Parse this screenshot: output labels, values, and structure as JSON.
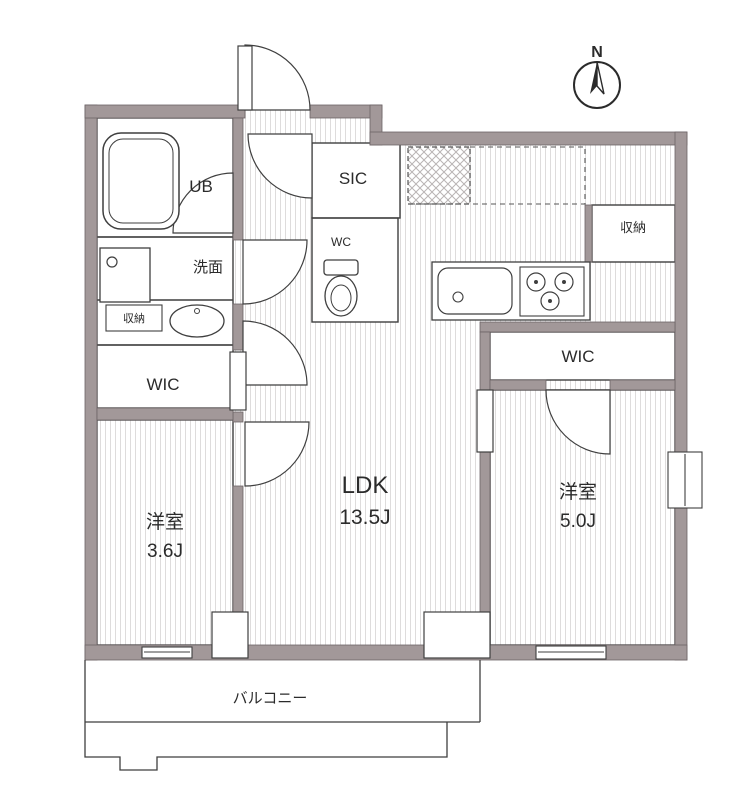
{
  "compass": {
    "label": "N"
  },
  "rooms": {
    "ub": {
      "label": "UB"
    },
    "sic": {
      "label": "SIC"
    },
    "wc": {
      "label": "WC"
    },
    "washroom": {
      "label": "洗面"
    },
    "storage_left": {
      "label": "収納"
    },
    "storage_right": {
      "label": "収納"
    },
    "wic_left": {
      "label": "WIC"
    },
    "wic_right": {
      "label": "WIC"
    },
    "ldk": {
      "label": "LDK",
      "size": "13.5J"
    },
    "bedroom_left": {
      "label": "洋室",
      "size": "3.6J"
    },
    "bedroom_right": {
      "label": "洋室",
      "size": "5.0J"
    },
    "balcony": {
      "label": "バルコニー"
    }
  },
  "colors": {
    "wall": "#a29899",
    "hatch": "#dedcdc",
    "outline": "#3f3f3f",
    "entrance_hatch": "#b9b4b4"
  }
}
